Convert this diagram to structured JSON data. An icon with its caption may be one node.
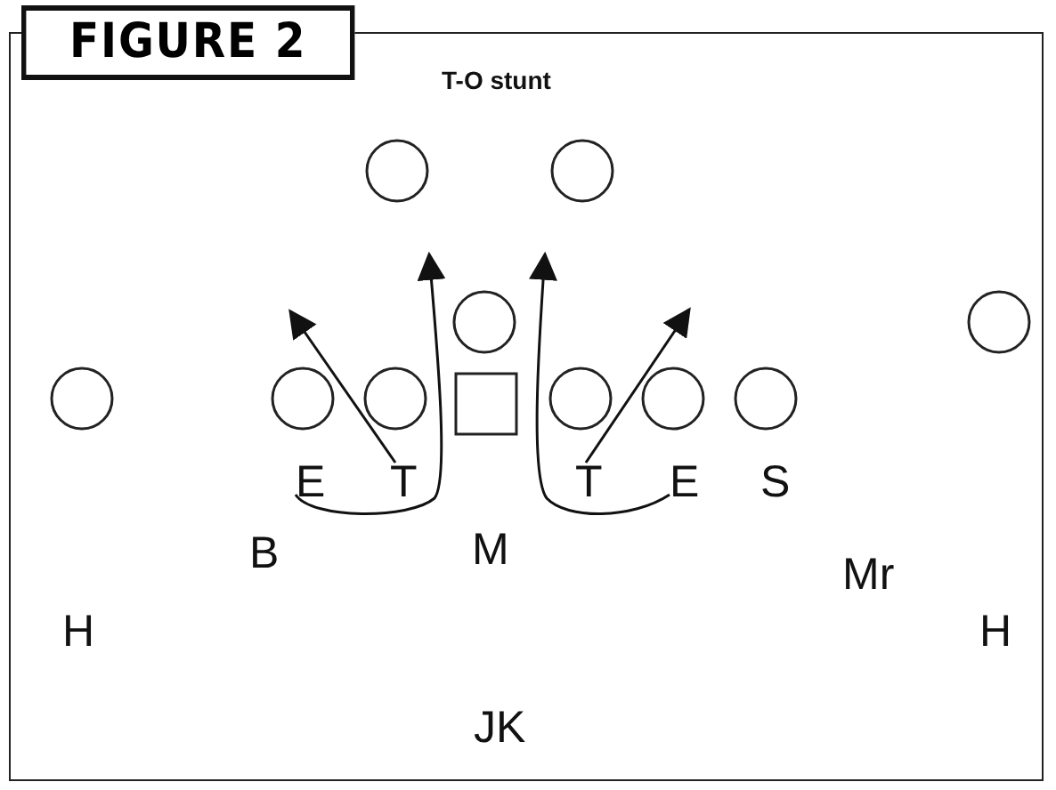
{
  "diagram": {
    "title": "FIGURE 2",
    "nodes": [
      {
        "text": [],
        "shape": "circle"
      },
      {
        "text": [],
        "shape": "circle"
      },
      {
        "text": [],
        "shape": "circle"
      },
      {
        "text": [],
        "shape": "circle"
      },
      {
        "text": [],
        "shape": "circle"
      },
      {
        "text": [],
        "shape": "circle"
      },
      {
        "text": [],
        "shape": "circle"
      },
      {
        "text": [],
        "shape": "box"
      },
      {
        "text": [],
        "shape": "circle"
      },
      {
        "text": [],
        "shape": "circle"
      },
      {
        "text": [],
        "shape": "circle"
      },
      {
        "text": [
          "E"
        ]
      },
      {
        "text": [
          "T"
        ]
      },
      {
        "text": [
          "T"
        ]
      },
      {
        "text": [
          "E"
        ]
      }
    ],
    "edges": [
      {
        "from": 12,
        "to": null,
        "arrow": "to"
      },
      {
        "from": 11,
        "to": null,
        "arrow": "to"
      },
      {
        "from": 13,
        "to": null,
        "arrow": "to"
      },
      {
        "from": 14,
        "to": null,
        "arrow": "to"
      }
    ],
    "labels": [
      "T-O stunt",
      "S",
      "B",
      "M",
      "Mr",
      "H",
      "H",
      "JK"
    ]
  }
}
